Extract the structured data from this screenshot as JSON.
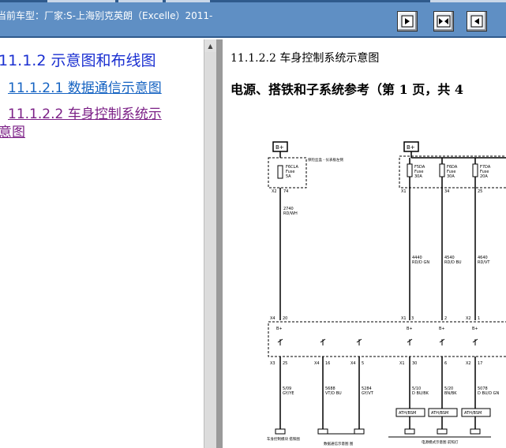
{
  "window": {
    "title": "当前车型：厂家:S-上海别克英朗（Excelle）2011-"
  },
  "toolbar": {
    "buttons": [
      {
        "name": "prev-page",
        "icon": "arrow-in-icon"
      },
      {
        "name": "fit-page",
        "icon": "double-arrow-icon"
      },
      {
        "name": "next-page",
        "icon": "arrow-out-icon"
      }
    ]
  },
  "toc": {
    "heading": "11.1.2 示意图和布线图",
    "items": [
      {
        "label": "11.1.2.1 数据通信示意图",
        "visited": false
      },
      {
        "label": "11.1.2.2 车身控制系统示",
        "label_cont": "意图",
        "visited": true
      }
    ]
  },
  "document": {
    "title": "11.1.2.2  车身控制系统示意图",
    "subtitle": "电源、搭铁和子系统参考（第 1 页，共 4"
  },
  "diagram": {
    "left_bus_label": "B+",
    "right_bus_label": "B+",
    "left_fuse": {
      "name": "F6CLA",
      "type": "Fuse",
      "rating": "5A",
      "box_label": "保险丝盒 -\n仪表板左侧"
    },
    "right_fuses": [
      {
        "name": "F5DA",
        "type": "Fuse",
        "rating": "30A"
      },
      {
        "name": "F6DA",
        "type": "Fuse",
        "rating": "30A"
      },
      {
        "name": "F7DA",
        "type": "Fuse",
        "rating": "20A"
      }
    ],
    "left_wire": {
      "connector": "X2",
      "pin": "74",
      "circuit": "2740",
      "color": "RD/WH"
    },
    "right_wires": [
      {
        "connector": "X1",
        "pin": "",
        "circuit": "4440",
        "color": "RD/D GN"
      },
      {
        "connector": "",
        "pin": "34",
        "circuit": "4540",
        "color": "RD/D BU"
      },
      {
        "connector": "",
        "pin": "25",
        "circuit": "4640",
        "color": "RD/VT"
      }
    ],
    "module_pins_top": [
      {
        "connector": "X4",
        "pin": "20",
        "label": "B+"
      },
      {
        "connector": "X1",
        "pin": "3",
        "label": "B+"
      },
      {
        "connector": "",
        "pin": "2",
        "label": "B+"
      },
      {
        "connector": "X2",
        "pin": "1",
        "label": "B+"
      }
    ],
    "module_pins_bottom": [
      {
        "connector": "X3",
        "pin": "25",
        "circuit": "5/09",
        "color": "GY/YE"
      },
      {
        "connector": "X4",
        "pin": "16",
        "circuit": "5688",
        "color": "VT/D BU"
      },
      {
        "connector": "X4",
        "pin": "5",
        "circuit": "5284",
        "color": "GY/VT"
      },
      {
        "connector": "X1",
        "pin": "30",
        "circuit": "5/10",
        "color": "D BU/BK"
      },
      {
        "connector": "",
        "pin": "6",
        "circuit": "5/20",
        "color": "BN/BK"
      },
      {
        "connector": "X2",
        "pin": "17",
        "circuit": "5078",
        "color": "D BU/D GN"
      }
    ],
    "grounds": [
      {
        "label": "ATH/BSM"
      },
      {
        "label": "ATH/BSM"
      },
      {
        "label": "ATH/BSM"
      }
    ],
    "bottom_labels": [
      {
        "text": "车身控制模块\n搭铁图"
      },
      {
        "text": "数据通信示意图\n图"
      },
      {
        "text": "电源模式示意图\n前照灯"
      }
    ]
  }
}
